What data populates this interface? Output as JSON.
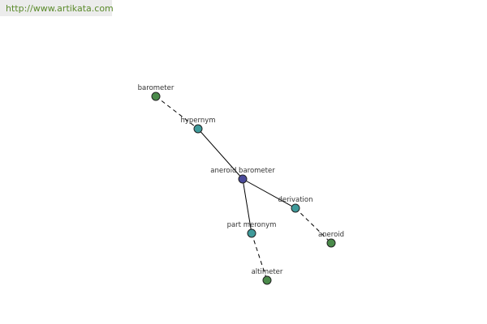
{
  "watermark": {
    "text": "http://www.artikata.com"
  },
  "colors": {
    "center": "#4a4a9a",
    "relation": "#3f9a9a",
    "word": "#4a8a4a"
  },
  "nodes": [
    {
      "id": "barometer",
      "label": "barometer",
      "kind": "word"
    },
    {
      "id": "hypernym",
      "label": "hypernym",
      "kind": "relation"
    },
    {
      "id": "center",
      "label": "aneroid barometer",
      "kind": "center"
    },
    {
      "id": "derivation",
      "label": "derivation",
      "kind": "relation"
    },
    {
      "id": "aneroid",
      "label": "aneroid",
      "kind": "word"
    },
    {
      "id": "part-meronym",
      "label": "part meronym",
      "kind": "relation"
    },
    {
      "id": "altimeter",
      "label": "altimeter",
      "kind": "word"
    }
  ],
  "edges": [
    {
      "from": "barometer",
      "to": "hypernym",
      "style": "dashed"
    },
    {
      "from": "hypernym",
      "to": "center",
      "style": "solid"
    },
    {
      "from": "center",
      "to": "derivation",
      "style": "solid"
    },
    {
      "from": "derivation",
      "to": "aneroid",
      "style": "dashed"
    },
    {
      "from": "center",
      "to": "part-meronym",
      "style": "solid"
    },
    {
      "from": "part-meronym",
      "to": "altimeter",
      "style": "dashed"
    }
  ]
}
